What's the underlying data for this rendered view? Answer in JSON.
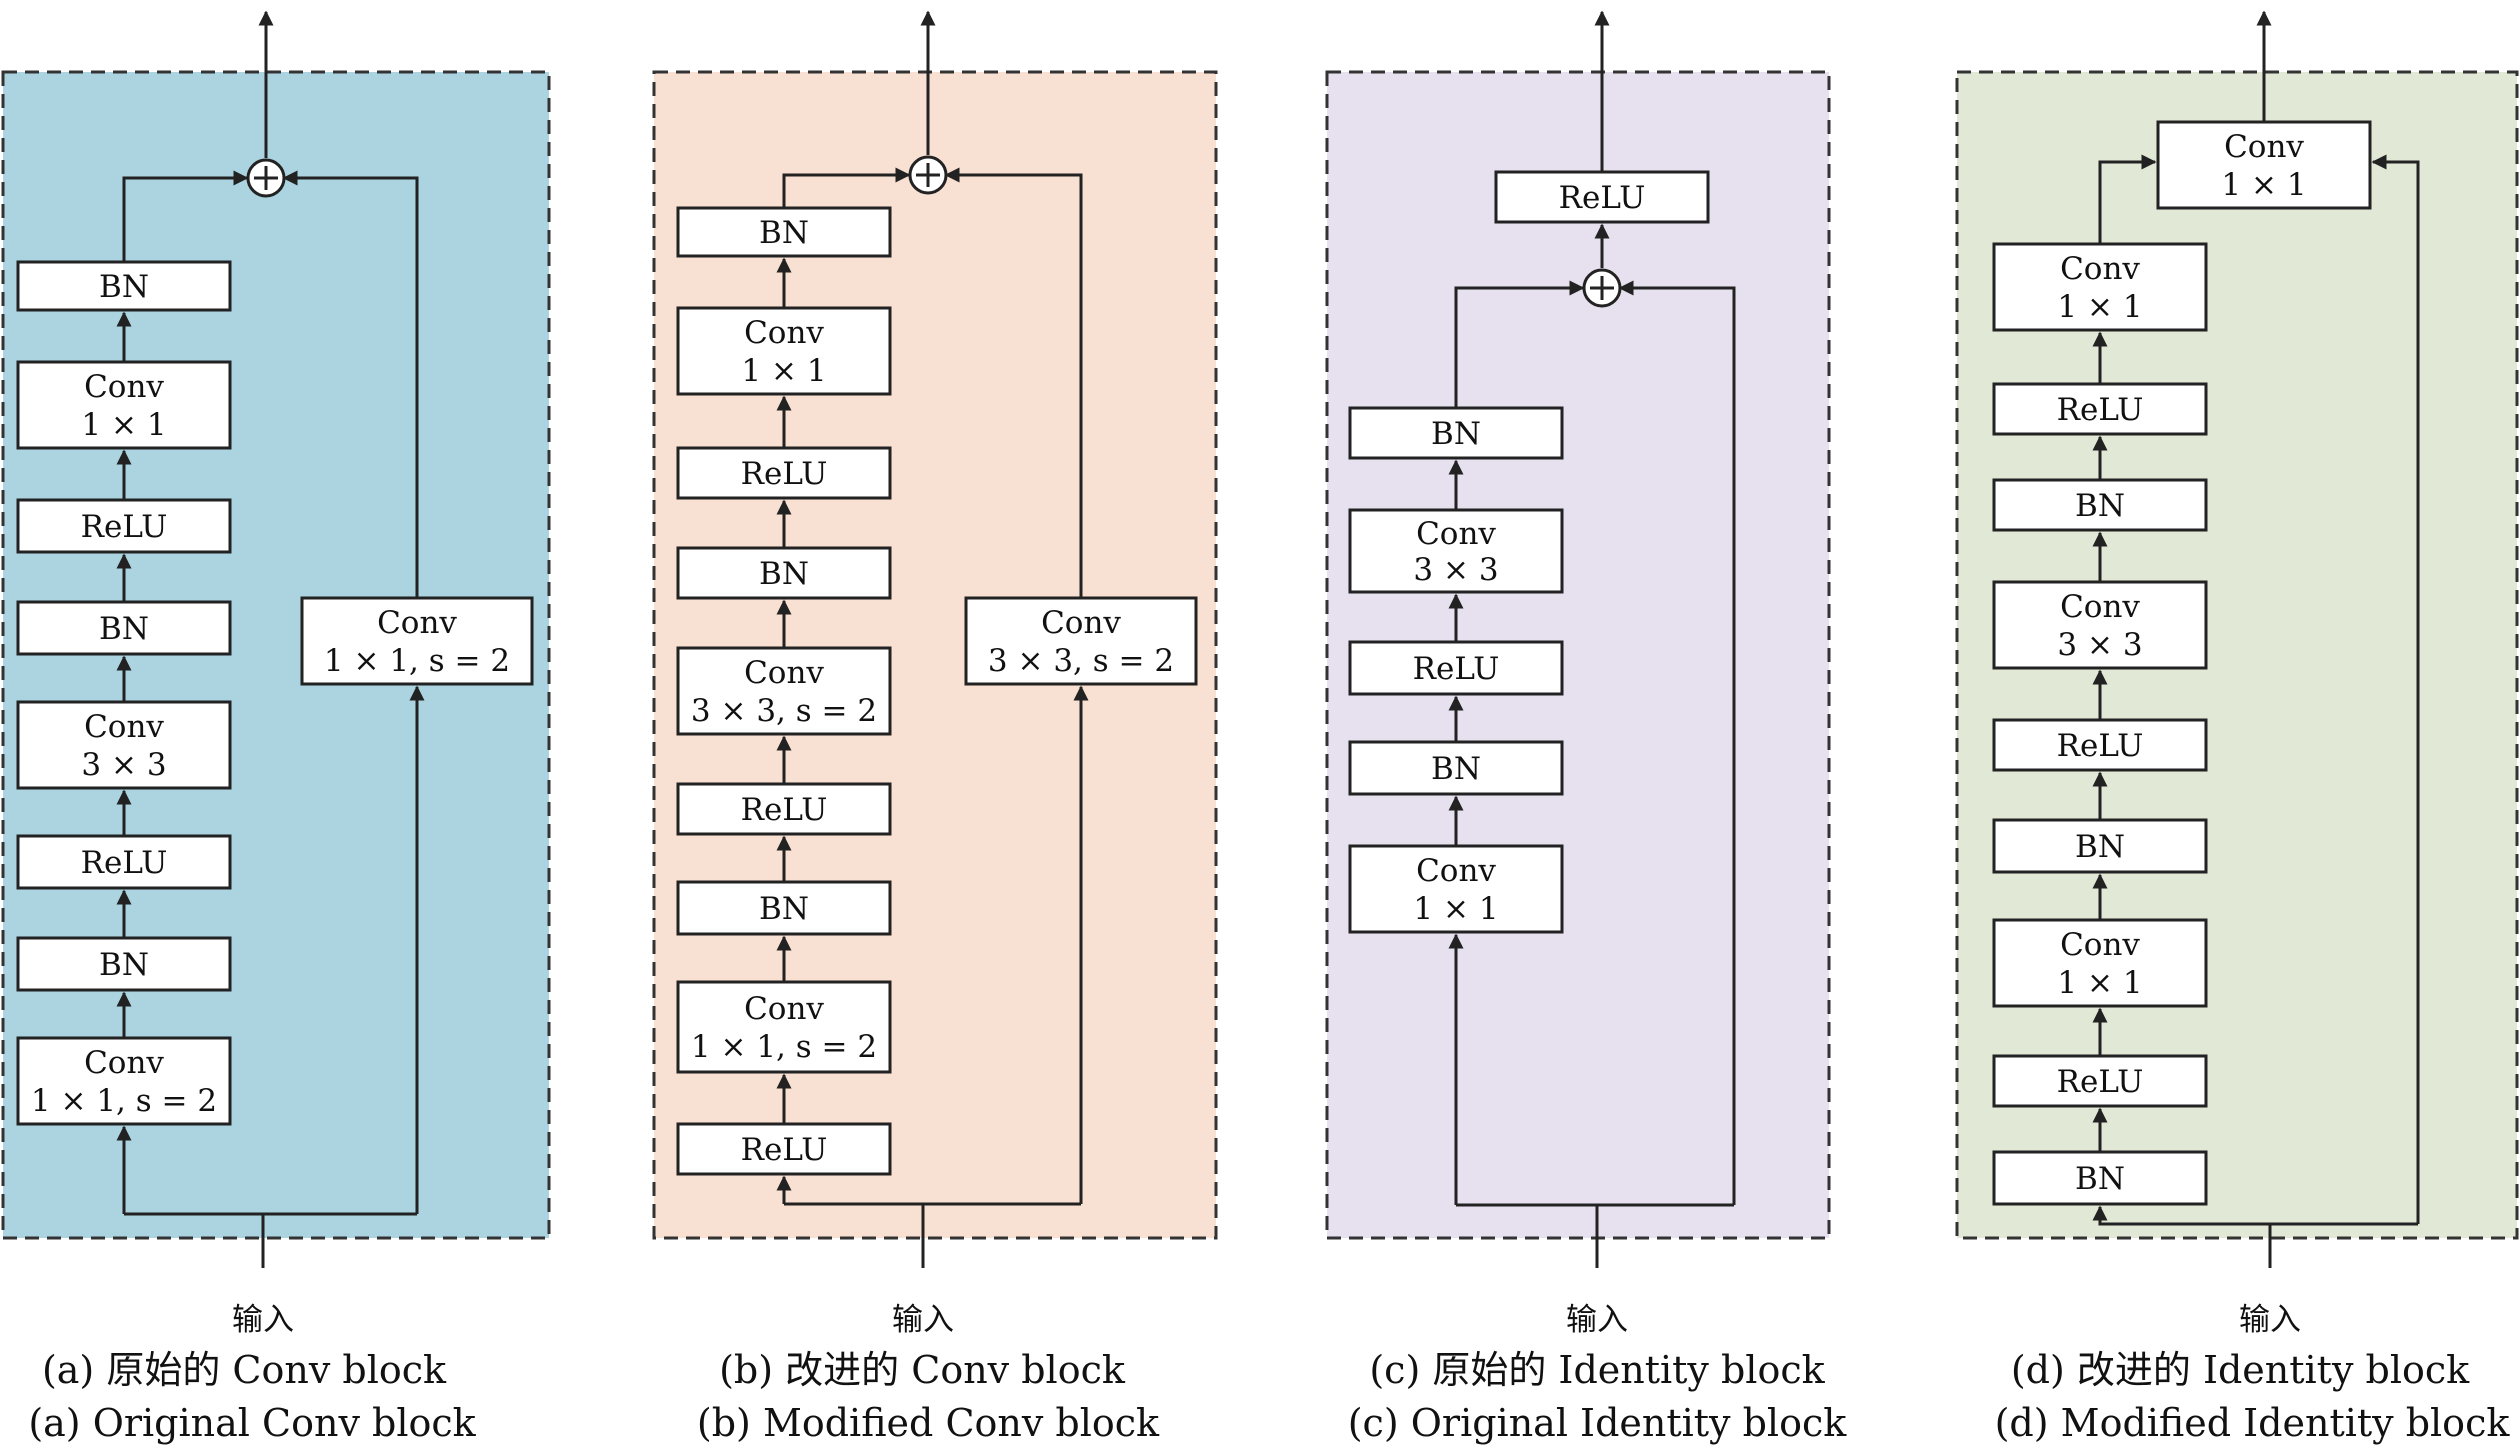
{
  "colors": {
    "panel_a": "#abd3e0",
    "panel_b": "#f8e0d3",
    "panel_c": "#e7e0ee",
    "panel_d": "#e1e8d6",
    "line": "#222222"
  },
  "panels": [
    {
      "id": "a",
      "input_label": "输入",
      "caption_cn": "(a) 原始的 Conv block",
      "caption_en": "(a) Original Conv block",
      "main_blocks": [
        {
          "line1": "Conv",
          "line2": "1 × 1, s = 2"
        },
        {
          "line1": "BN",
          "line2": ""
        },
        {
          "line1": "ReLU",
          "line2": ""
        },
        {
          "line1": "Conv",
          "line2": "3 × 3"
        },
        {
          "line1": "BN",
          "line2": ""
        },
        {
          "line1": "ReLU",
          "line2": ""
        },
        {
          "line1": "Conv",
          "line2": "1 × 1"
        },
        {
          "line1": "BN",
          "line2": ""
        }
      ],
      "shortcut_block": {
        "line1": "Conv",
        "line2": "1 × 1, s = 2"
      },
      "output_block": null
    },
    {
      "id": "b",
      "input_label": "输入",
      "caption_cn": "(b) 改进的 Conv block",
      "caption_en": "(b) Modified Conv block",
      "main_blocks": [
        {
          "line1": "ReLU",
          "line2": ""
        },
        {
          "line1": "Conv",
          "line2": "1 × 1, s = 2"
        },
        {
          "line1": "BN",
          "line2": ""
        },
        {
          "line1": "ReLU",
          "line2": ""
        },
        {
          "line1": "Conv",
          "line2": "3 × 3, s = 2"
        },
        {
          "line1": "BN",
          "line2": ""
        },
        {
          "line1": "ReLU",
          "line2": ""
        },
        {
          "line1": "Conv",
          "line2": "1 × 1"
        },
        {
          "line1": "BN",
          "line2": ""
        }
      ],
      "shortcut_block": {
        "line1": "Conv",
        "line2": "3 × 3, s = 2"
      },
      "output_block": null
    },
    {
      "id": "c",
      "input_label": "输入",
      "caption_cn": "(c) 原始的 Identity block",
      "caption_en": "(c) Original Identity block",
      "main_blocks": [
        {
          "line1": "Conv",
          "line2": "1 × 1"
        },
        {
          "line1": "BN",
          "line2": ""
        },
        {
          "line1": "ReLU",
          "line2": ""
        },
        {
          "line1": "Conv",
          "line2": "3 × 3"
        },
        {
          "line1": "BN",
          "line2": ""
        }
      ],
      "shortcut_block": null,
      "output_block": {
        "line1": "ReLU",
        "line2": ""
      }
    },
    {
      "id": "d",
      "input_label": "输入",
      "caption_cn": "(d) 改进的 Identity block",
      "caption_en": "(d) Modified Identity block",
      "main_blocks": [
        {
          "line1": "BN",
          "line2": ""
        },
        {
          "line1": "ReLU",
          "line2": ""
        },
        {
          "line1": "Conv",
          "line2": "1 × 1"
        },
        {
          "line1": "BN",
          "line2": ""
        },
        {
          "line1": "ReLU",
          "line2": ""
        },
        {
          "line1": "Conv",
          "line2": "3 × 3"
        },
        {
          "line1": "BN",
          "line2": ""
        },
        {
          "line1": "ReLU",
          "line2": ""
        },
        {
          "line1": "Conv",
          "line2": "1 × 1"
        }
      ],
      "shortcut_block": null,
      "output_block": {
        "line1": "Conv",
        "line2": "1 × 1"
      }
    }
  ]
}
